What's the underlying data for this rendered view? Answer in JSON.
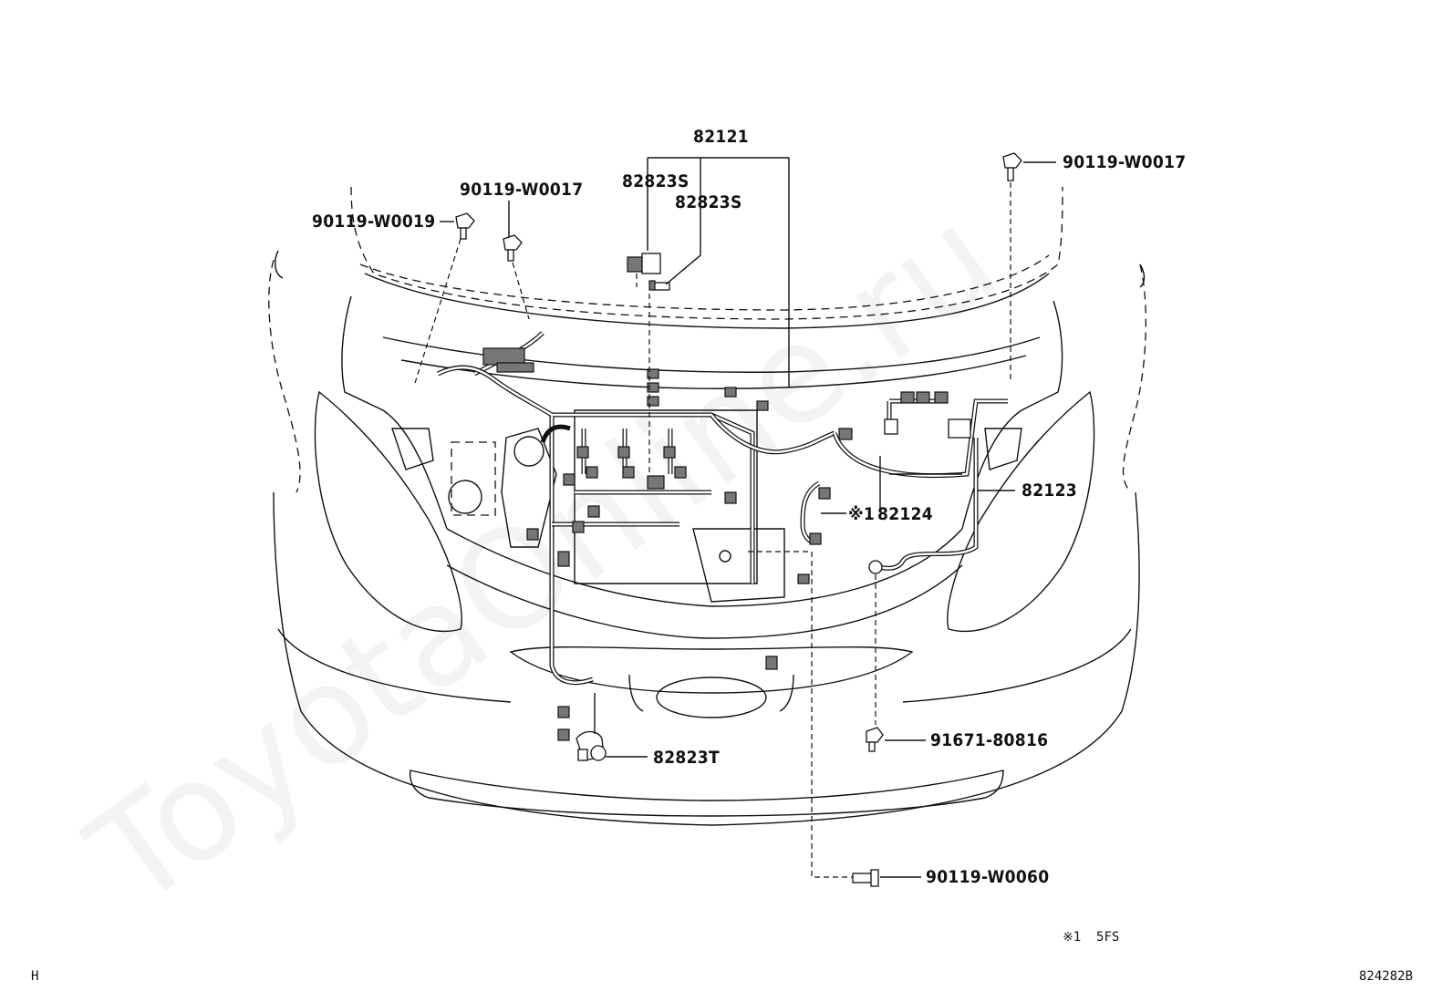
{
  "watermark": "ToyotaOnline.ru",
  "labels": {
    "harness_main": "82121",
    "connector_s1": "82823S",
    "connector_s2": "82823S",
    "bolt_left_upper": "90119-W0017",
    "bolt_left": "90119-W0019",
    "bolt_right_upper": "90119-W0017",
    "harness_right": "82123",
    "harness_mid": "82124",
    "harness_mid_mark": "※1",
    "bolt_lower_right": "91671-80816",
    "connector_t": "82823T",
    "bolt_bottom": "90119-W0060"
  },
  "footnote": "※1  5FS",
  "corner_left": "H",
  "corner_right": "824282B"
}
